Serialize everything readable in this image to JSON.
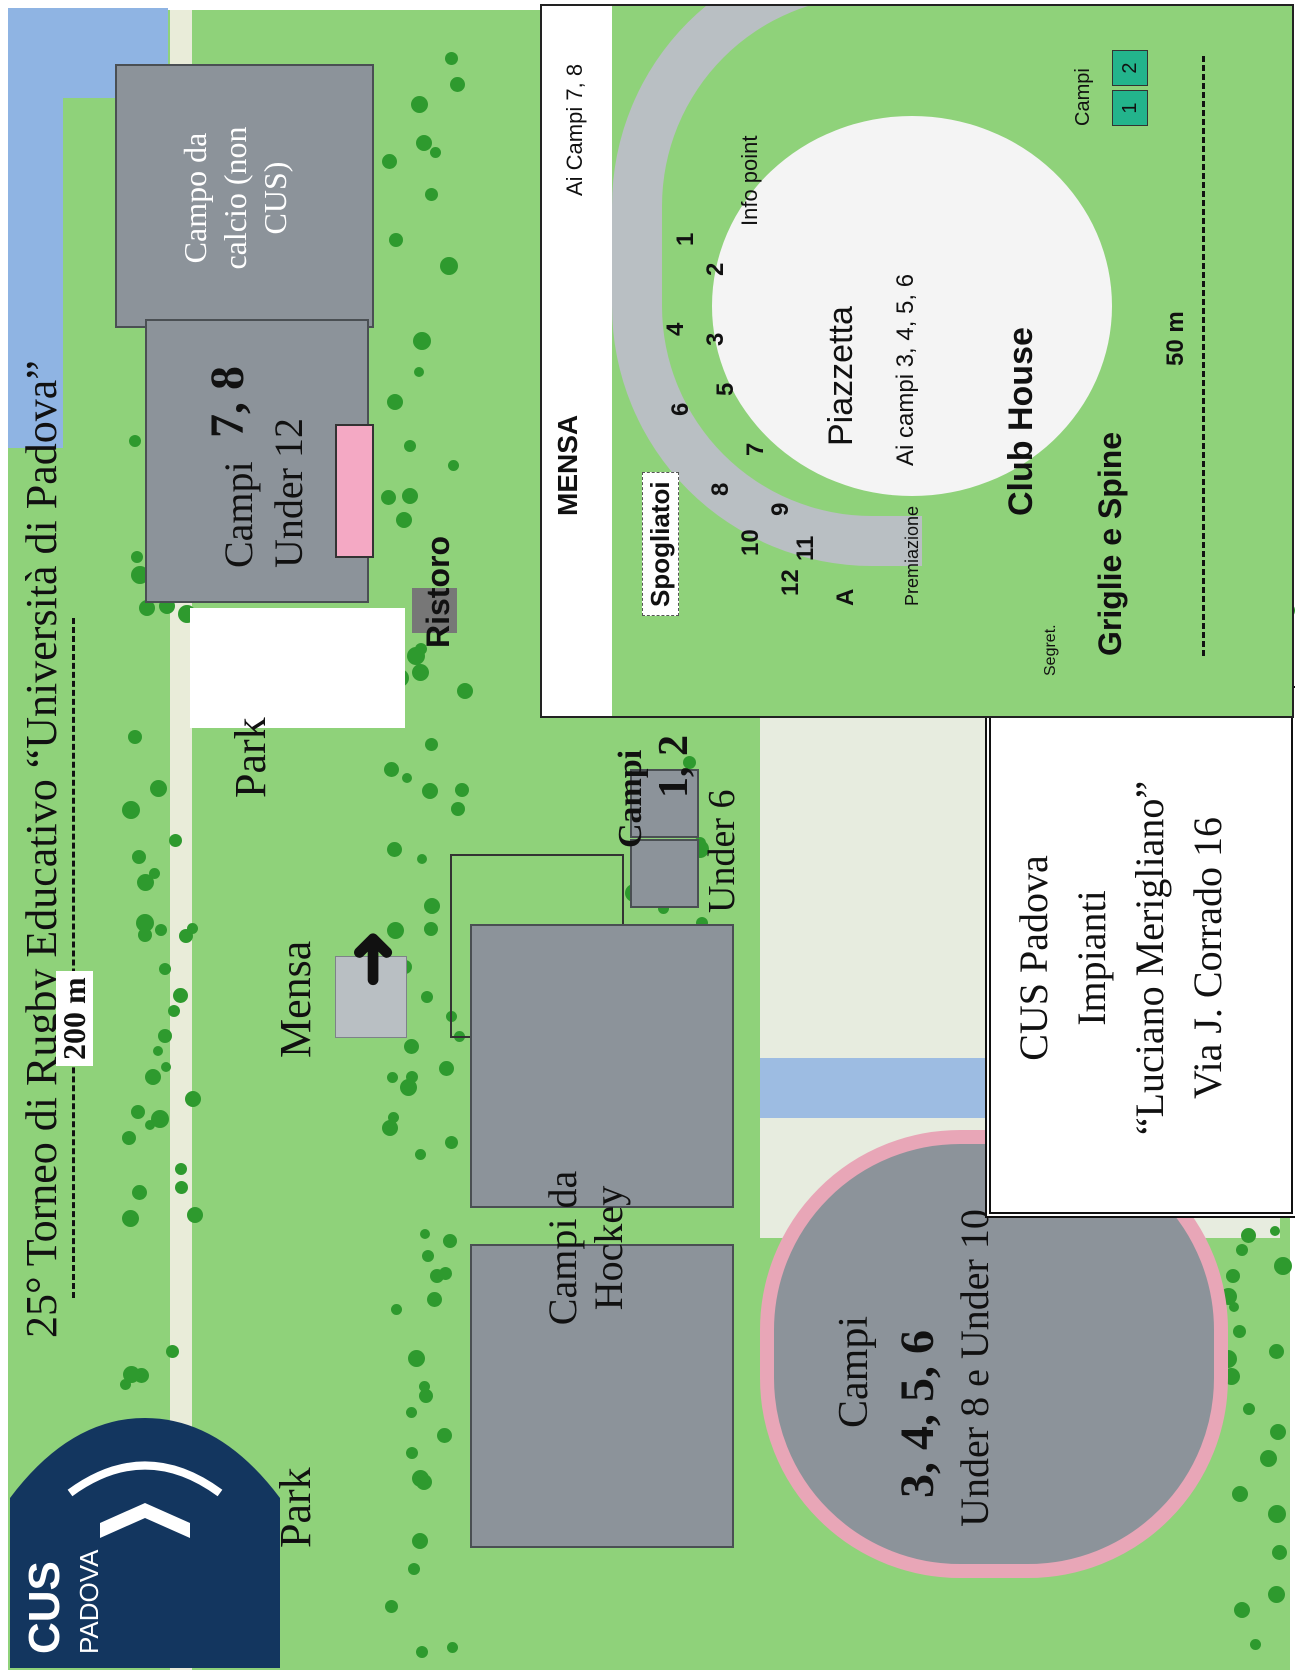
{
  "title": "25° Torneo di Rugby Educativo “Università di Padova”",
  "scale_main": "200 m",
  "scale_inset": "50 m",
  "logo": {
    "text_top": "CUS",
    "text_bottom": "PADOVA"
  },
  "areas": {
    "campo_calcio": "Campo da calcio (non CUS)",
    "campi_78": {
      "prefix": "Campi",
      "numbers": "7, 8",
      "age": "Under 12"
    },
    "ristoro": "Ristoro",
    "park_top": "Park",
    "park_bottom": "Park",
    "mensa": "Mensa",
    "campi_12": {
      "prefix": "Campi",
      "numbers": "1, 2",
      "age": "Under 6"
    },
    "hockey": "Campi da Hockey",
    "campi_3456": {
      "prefix": "Campi",
      "numbers": "3, 4, 5, 6",
      "age": "Under 8 e Under 10"
    }
  },
  "address_box": {
    "line1": "CUS Padova",
    "line2": "Impianti",
    "line3": "“Luciano Merigliano”",
    "line4": "Via J. Corrado 16"
  },
  "inset": {
    "mensa": "MENSA",
    "ai_campi_78": "Ai Campi 7, 8",
    "info_point": "Info point",
    "piazzetta": "Piazzetta",
    "ai_campi_3456": "Ai campi 3, 4, 5, 6",
    "premiazione": "Premiazione",
    "club_house": "Club House",
    "griglie": "Griglie e Spine",
    "segret": "Segret.",
    "spogliatoi": "Spogliatoi",
    "campi_legend": "Campi",
    "legend_boxes": [
      "1",
      "2"
    ],
    "room_numbers": [
      "1",
      "2",
      "3",
      "4",
      "5",
      "6",
      "7",
      "8",
      "9",
      "10",
      "11",
      "12",
      "A"
    ]
  },
  "colors": {
    "grass": "#8fd27a",
    "river": "#8fb4e3",
    "field": "#8c939a",
    "ristoro_pink": "#f4a9c4",
    "legend_teal": "#23b48c",
    "logo_navy": "#13365f"
  }
}
